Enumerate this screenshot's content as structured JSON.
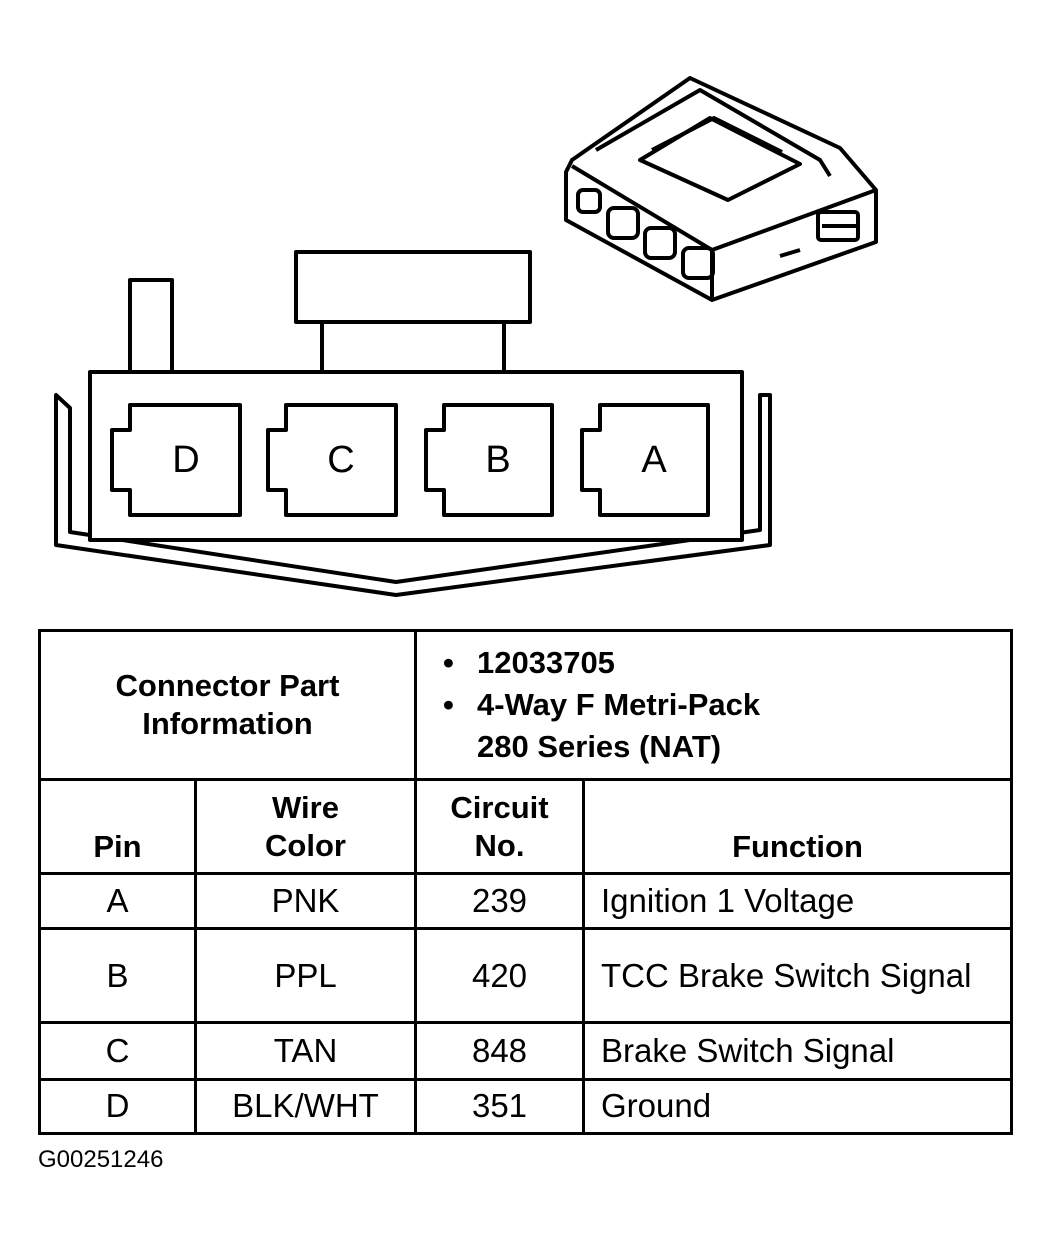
{
  "connector_face": {
    "pins": [
      "D",
      "C",
      "B",
      "A"
    ]
  },
  "connector_info": {
    "label": "Connector Part Information",
    "part_number": "12033705",
    "description": "4-Way F Metri-Pack 280 Series (NAT)"
  },
  "table": {
    "headers": {
      "pin": "Pin",
      "wire_color": "Wire Color",
      "circuit_no": "Circuit No.",
      "function": "Function"
    },
    "rows": [
      {
        "pin": "A",
        "wire_color": "PNK",
        "circuit_no": "239",
        "function": "Ignition 1 Voltage"
      },
      {
        "pin": "B",
        "wire_color": "PPL",
        "circuit_no": "420",
        "function": "TCC Brake Switch Signal"
      },
      {
        "pin": "C",
        "wire_color": "TAN",
        "circuit_no": "848",
        "function": "Brake Switch Signal"
      },
      {
        "pin": "D",
        "wire_color": "BLK/WHT",
        "circuit_no": "351",
        "function": "Ground"
      }
    ]
  },
  "figure_id": "G00251246"
}
